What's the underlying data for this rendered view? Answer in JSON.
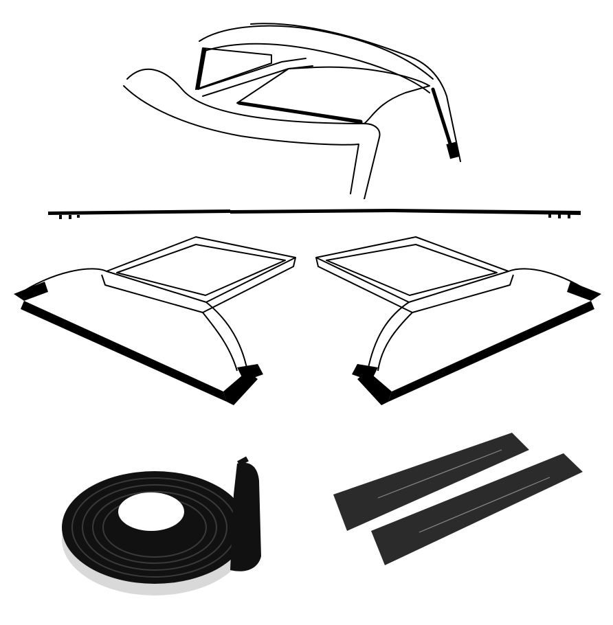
{
  "product_sheet": {
    "items": [
      {
        "id": "roof-drawing",
        "icon": "t-top-roof-line-drawing"
      },
      {
        "id": "center-strip",
        "icon": "center-roof-weatherstrip-strip"
      },
      {
        "id": "panel-left",
        "icon": "t-top-panel-seal-left-drawing"
      },
      {
        "id": "panel-right",
        "icon": "t-top-panel-seal-right-drawing"
      },
      {
        "id": "seal-roll",
        "icon": "rubber-seal-roll-photo"
      },
      {
        "id": "foam-pads",
        "icon": "foam-pad-pair-photo"
      }
    ]
  },
  "colors": {
    "background": "#ffffff",
    "line": "#000000",
    "rubber": "#111111",
    "foam": "#2b2b2b",
    "backing": "#d9d9d9"
  }
}
